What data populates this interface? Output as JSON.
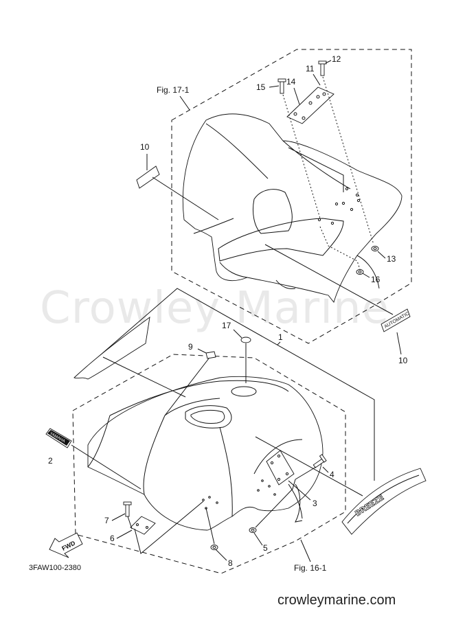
{
  "watermark": "Crowley Marine",
  "site_url": "crowleymarine.com",
  "diagram_code": "3FAW100-2380",
  "figure_refs": {
    "top": "Fig. 17-1",
    "bottom": "Fig. 16-1"
  },
  "decals": {
    "automatic": "AUTOMATIC",
    "yamaha": "YAMAHA",
    "breeze": "BREEZE",
    "fwd_arrow": "FWD"
  },
  "callouts": {
    "p1": "1",
    "p2": "2",
    "p3": "3",
    "p4": "4",
    "p5": "5",
    "p6": "6",
    "p7": "7",
    "p8": "8",
    "p9": "9",
    "p10a": "10",
    "p10b": "10",
    "p11": "11",
    "p12": "12",
    "p13": "13",
    "p14": "14",
    "p15": "15",
    "p16": "16",
    "p17": "17"
  }
}
